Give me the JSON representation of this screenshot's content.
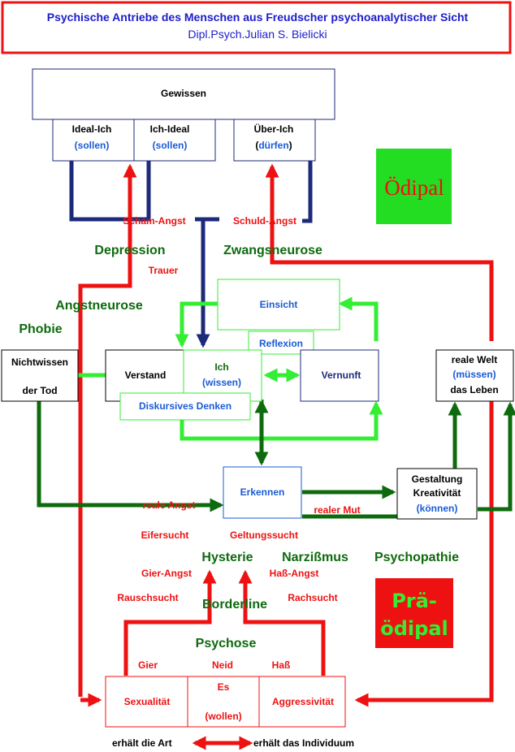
{
  "title": {
    "main": "Psychische Antriebe des Menschen aus Freudscher psychoanalytischer Sicht",
    "author": "Dipl.Psych.Julian S. Bielicki"
  },
  "colors": {
    "red": "#ee1111",
    "dark_green": "#0d6a0d",
    "light_green": "#33ee33",
    "navy": "#1c2a7a",
    "blue_text": "#1a5bd6",
    "oedipal_bg": "#22dd22",
    "praeoedipal_bg": "#ee1111"
  },
  "superego": {
    "header": "Gewissen",
    "ideal_ich": "Ideal-Ich",
    "ideal_ich_sub": "(sollen)",
    "ich_ideal": "Ich-Ideal",
    "ich_ideal_sub": "(sollen)",
    "ueber_ich": "Über-Ich",
    "ueber_ich_sub_open": "(",
    "ueber_ich_sub_word": "dürfen",
    "ueber_ich_sub_close": ")"
  },
  "badges": {
    "oedipal": "Ödipal",
    "praeoedipal_1": "Prä-",
    "praeoedipal_2": "ödipal"
  },
  "red_labels": {
    "scham_angst": "Scham-Angst",
    "schuld_angst": "Schuld-Angst",
    "trauer": "Trauer",
    "reale_angst": "reale Angst",
    "realer_mut": "realer Mut",
    "eifersucht": "Eifersucht",
    "geltungssucht": "Geltungssucht",
    "gier_angst": "Gier-Angst",
    "hass_angst": "Haß-Angst",
    "rauschsucht": "Rauschsucht",
    "rachsucht": "Rachsucht",
    "gier": "Gier",
    "neid": "Neid",
    "hass": "Haß"
  },
  "green_labels": {
    "depression": "Depression",
    "zwangsneurose": "Zwangsneurose",
    "angstneurose": "Angstneurose",
    "phobie": "Phobie",
    "hysterie": "Hysterie",
    "narzissmus": "Narzißmus",
    "psychopathie": "Psychopathie",
    "borderline": "Borderline",
    "psychose": "Psychose"
  },
  "ego": {
    "einsicht": "Einsicht",
    "reflexion": "Reflexion",
    "verstand": "Verstand",
    "ich": "Ich",
    "ich_sub": "(wissen)",
    "vernunft": "Vernunft",
    "diskursives_denken": "Diskursives Denken",
    "erkennen": "Erkennen"
  },
  "outer": {
    "nichtwissen": "Nichtwissen",
    "der_tod": "der Tod",
    "reale_welt": "reale Welt",
    "muessen": "(müssen)",
    "das_leben": "das Leben",
    "gestaltung": "Gestaltung",
    "kreativitaet": "Kreativität",
    "koennen": "(können)"
  },
  "id": {
    "sexualitaet": "Sexualität",
    "es": "Es",
    "es_sub": "(wollen)",
    "aggressivitaet": "Aggressivität",
    "erhaelt_art": "erhält die Art",
    "erhaelt_individuum": "erhält das Individuum"
  }
}
